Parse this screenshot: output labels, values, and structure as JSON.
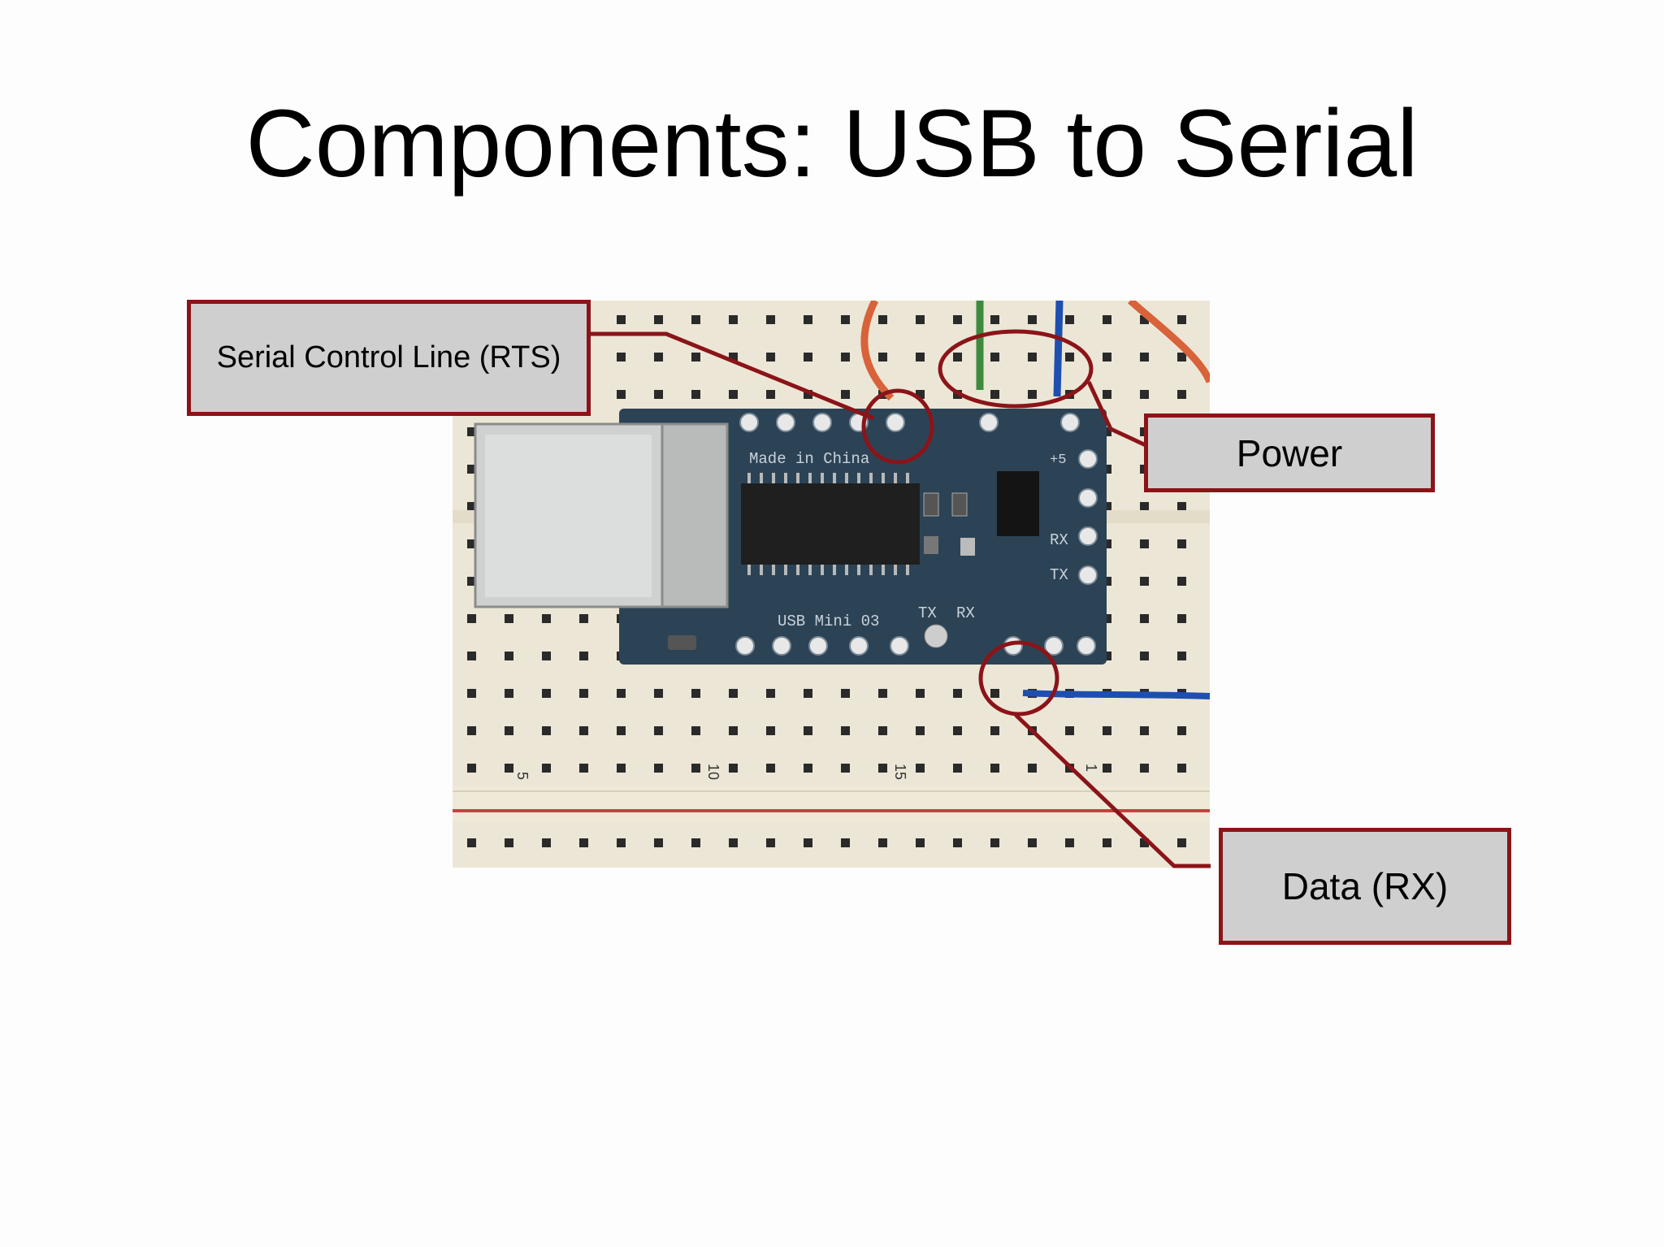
{
  "slide": {
    "title": "Components: USB to Serial"
  },
  "callouts": {
    "rts": "Serial Control Line (RTS)",
    "power": "Power",
    "rx": "Data (RX)"
  },
  "photo": {
    "board_silkscreen": [
      "Made in China",
      "USB Mini 03",
      "TX",
      "RX",
      "+5",
      "RX",
      "TX"
    ],
    "breadboard_numbers": [
      "5",
      "10",
      "15",
      "1"
    ],
    "colors": {
      "callout_border": "#8b1418",
      "callout_fill": "#cfcfcf",
      "pcb": "#2c4356",
      "wire_orange": "#d8623a",
      "wire_green": "#3d8a3e",
      "wire_blue": "#1e4fb0"
    }
  }
}
